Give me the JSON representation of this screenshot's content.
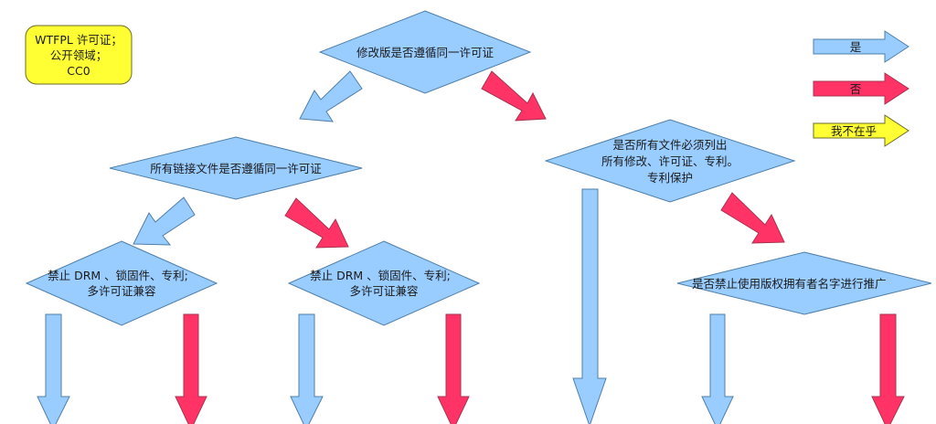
{
  "diagram": {
    "license_box": {
      "lines": [
        "WTFPL 许可证；",
        "公开领域；",
        "CC0"
      ]
    },
    "legend": {
      "yes": "是",
      "no": "否",
      "dont_care": "我不在乎"
    },
    "nodes": {
      "q_same_license": {
        "lines": [
          "修改版是否遵循同一许可证"
        ]
      },
      "q_linked_files": {
        "lines": [
          "所有链接文件是否遵循同一许可证"
        ]
      },
      "q_list_changes": {
        "lines": [
          "是否所有文件必须列出",
          "所有修改、许可证、专利。",
          "专利保护"
        ]
      },
      "q_drm_left": {
        "lines": [
          "禁止 DRM 、锁固件、专利;",
          "多许可证兼容"
        ]
      },
      "q_drm_mid": {
        "lines": [
          "禁止 DRM 、锁固件、专利;",
          "多许可证兼容"
        ]
      },
      "q_promotion": {
        "lines": [
          "是否禁止使用版权拥有者名字进行推广"
        ]
      }
    },
    "colors": {
      "yes": "#99ccff",
      "no": "#ff3366",
      "dont_care": "#ffff33",
      "diamond": "#99ccff",
      "stroke": "#4f7fa8"
    }
  }
}
